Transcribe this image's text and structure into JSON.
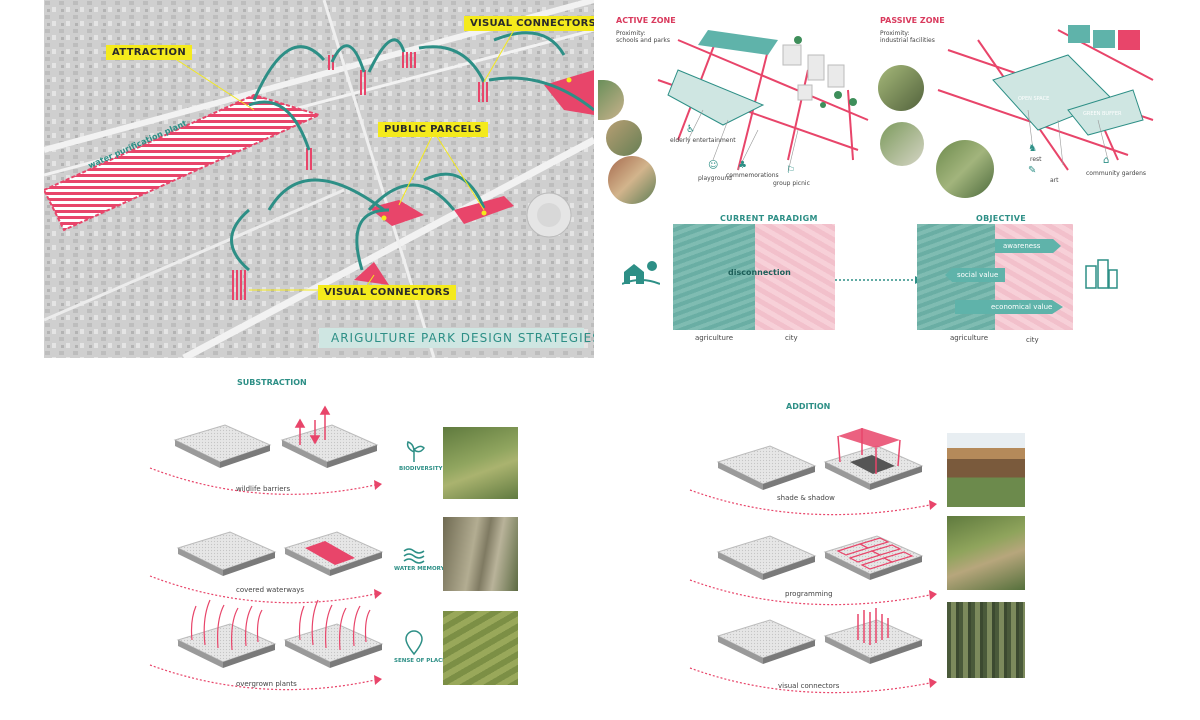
{
  "map": {
    "labels": {
      "attraction": "ATTRACTION",
      "visual_connectors_top": "VISUAL CONNECTORS",
      "public_parcels": "PUBLIC PARCELS",
      "visual_connectors_bottom": "VISUAL CONNECTORS",
      "water_plant": "water purification plant"
    },
    "banner_title": "ARIGULTURE PARK DESIGN STRATEGIES"
  },
  "zones": {
    "active": {
      "title": "ACTIVE ZONE",
      "proximity_label": "Proximity:",
      "proximity_value": "schools and parks",
      "icons": [
        "playground",
        "commemorations",
        "group picnic",
        "elderly entertainment"
      ]
    },
    "passive": {
      "title": "PASSIVE ZONE",
      "proximity_label": "Proximity:",
      "proximity_value": "industrial facilities",
      "icons": [
        "rest",
        "art",
        "community gardens"
      ],
      "tags": [
        "OPEN SPACE",
        "GREEN BUFFER"
      ]
    }
  },
  "paradigm": {
    "current_title": "CURRENT PARADIGM",
    "objective_title": "OBJECTIVE",
    "current_center": "disconnection",
    "objective_items": [
      "awareness",
      "social value",
      "economical value"
    ],
    "left_axis": "agriculture",
    "right_axis": "city"
  },
  "substraction": {
    "title": "SUBSTRACTION",
    "rows": [
      {
        "label": "wildlife barriers",
        "value": "BIODIVERSITY",
        "icon": "sprout-icon"
      },
      {
        "label": "covered waterways",
        "value": "WATER MEMORY",
        "icon": "waves-icon"
      },
      {
        "label": "overgrown plants",
        "value": "SENSE OF PLACE",
        "icon": "location-pin-icon"
      }
    ]
  },
  "addition": {
    "title": "ADDITION",
    "rows": [
      {
        "label": "shade & shadow"
      },
      {
        "label": "programming"
      },
      {
        "label": "visual connectors"
      }
    ]
  },
  "colors": {
    "teal": "#2d8f86",
    "pink": "#e8456a",
    "yellow": "#f4ea1c"
  }
}
